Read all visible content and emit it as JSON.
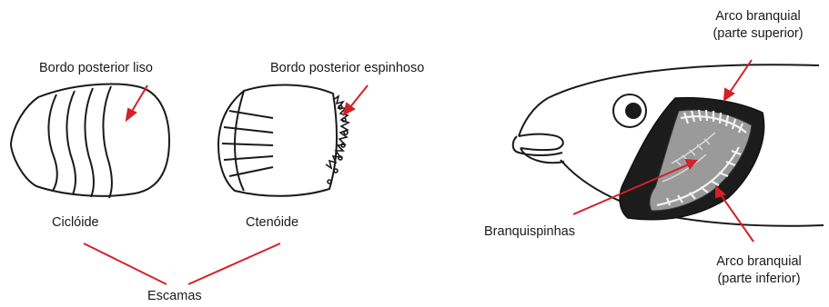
{
  "labels": {
    "cycloid_edge": "Bordo posterior liso",
    "ctenoid_edge": "Bordo posterior espinhoso",
    "cycloid": "Ciclóide",
    "ctenoid": "Ctenóide",
    "scales": "Escamas",
    "arch_upper_line1": "Arco branquial",
    "arch_upper_line2": "(parte superior)",
    "gill_rakers": "Branquispinhas",
    "arch_lower_line1": "Arco branquial",
    "arch_lower_line2": "(parte inferior)"
  },
  "colors": {
    "pointer": "#d42027",
    "ink": "#1a1a1a"
  }
}
